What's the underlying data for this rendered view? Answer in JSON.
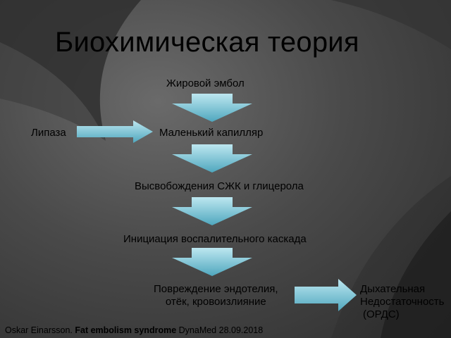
{
  "title": "Биохимическая теория",
  "nodes": {
    "fat_embolus": "Жировой эмбол",
    "lipase": "Липаза",
    "small_capillary": "Маленький капилляр",
    "ffa_release": "Высвобождения СЖК и глицерола",
    "inflammation": "Инициация воспалительного каскада",
    "endothelium_line1": "Повреждение эндотелия,",
    "endothelium_line2": "отёк, кровоизлияние",
    "respiratory_line1": "Дыхательная",
    "respiratory_line2": "Недостаточность",
    "respiratory_line3": "(ОРДС)"
  },
  "footer": {
    "author": "Oskar Einarsson.",
    "work": "Fat embolism syndrome",
    "source": "DynaMed 28.09.2018"
  },
  "colors": {
    "arrow_light": "#b8e4ee",
    "arrow_dark": "#4fa7be",
    "text": "#000000"
  }
}
